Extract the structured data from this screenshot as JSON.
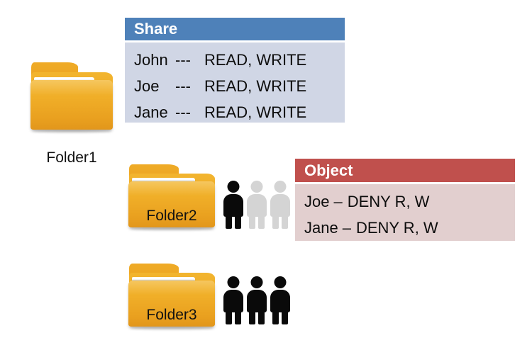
{
  "colors": {
    "share_header_bg": "#4E81B9",
    "share_body_bg": "#D0D6E5",
    "object_header_bg": "#C0504D",
    "object_body_bg": "#E2CFCF",
    "folder_gold": "#F0AE28",
    "person_active": "#0A0A0A",
    "person_inactive": "#D4D4D4",
    "text": "#0D0D0D",
    "header_text": "#FFFFFF",
    "page_bg": "#FFFFFF"
  },
  "folders": [
    {
      "label": "Folder1",
      "label_placement": "below",
      "icon": "folder-icon"
    },
    {
      "label": "Folder2",
      "label_placement": "inside",
      "icon": "folder-icon"
    },
    {
      "label": "Folder3",
      "label_placement": "inside",
      "icon": "folder-icon"
    }
  ],
  "share_table": {
    "header": "Share",
    "rows": [
      {
        "subject": "John",
        "separator": "---",
        "permissions": "READ, WRITE"
      },
      {
        "subject": "Joe",
        "separator": "---",
        "permissions": "READ, WRITE"
      },
      {
        "subject": "Jane",
        "separator": "---",
        "permissions": "READ, WRITE"
      }
    ]
  },
  "object_table": {
    "header": "Object",
    "rows": [
      {
        "subject": "Joe",
        "separator": "–",
        "permissions": "DENY R, W"
      },
      {
        "subject": "Jane",
        "separator": "–",
        "permissions": "DENY R, W"
      }
    ]
  },
  "people_groups": [
    {
      "group_name": "folder2-users",
      "people": [
        {
          "name": "person-filled-1",
          "state": "active"
        },
        {
          "name": "person-muted-2",
          "state": "inactive"
        },
        {
          "name": "person-muted-3",
          "state": "inactive"
        }
      ]
    },
    {
      "group_name": "folder3-users",
      "people": [
        {
          "name": "person-filled-1",
          "state": "active"
        },
        {
          "name": "person-filled-2",
          "state": "active"
        },
        {
          "name": "person-filled-3",
          "state": "active"
        }
      ]
    }
  ]
}
